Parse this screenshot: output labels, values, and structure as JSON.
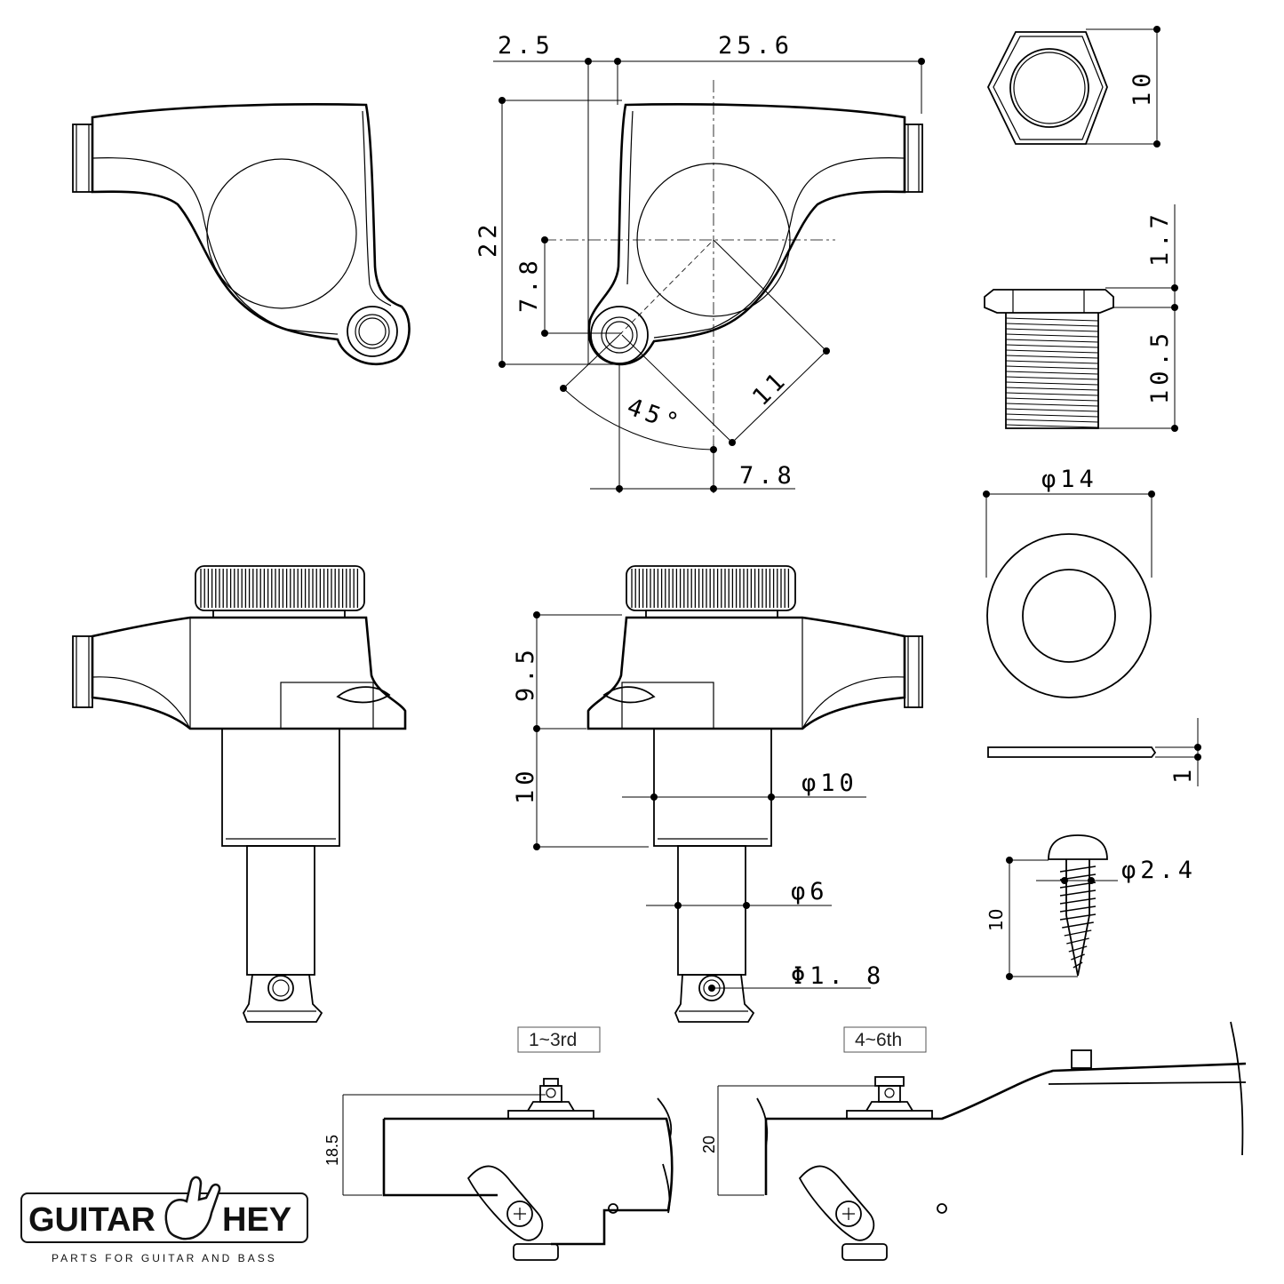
{
  "dimensions": {
    "top_offset": "2.5",
    "top_width": "25.6",
    "housing_height": "22",
    "hole_offset": "7.8",
    "angle": "45°",
    "diagonal": "11",
    "bottom_offset": "7.8",
    "nut_width": "10",
    "nut_flange": "1.7",
    "nut_height": "10.5",
    "washer_diameter": "φ14",
    "washer_thickness": "1",
    "screw_diameter": "φ2.4",
    "screw_length": "10",
    "body_height": "9.5",
    "bushing_length": "10",
    "bushing_diameter": "φ10",
    "post_diameter": "φ6",
    "string_hole_diameter": "Φ1. 8",
    "install_height_a": "18.5",
    "install_height_b": "20"
  },
  "labels": {
    "strings_a": "1~3rd",
    "strings_b": "4~6th"
  },
  "logo": {
    "word_left": "GUITAR",
    "word_right": "HEY",
    "tagline": "PARTS FOR GUITAR AND BASS"
  }
}
